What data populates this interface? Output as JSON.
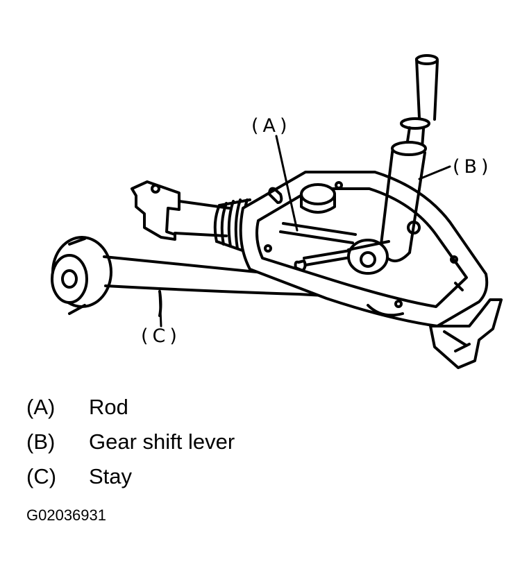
{
  "diagram": {
    "callouts": [
      {
        "id": "A",
        "text": "(A)"
      },
      {
        "id": "B",
        "text": "(B)"
      },
      {
        "id": "C",
        "text": "(C)"
      }
    ]
  },
  "legend": [
    {
      "key": "(A)",
      "desc": "Rod"
    },
    {
      "key": "(B)",
      "desc": "Gear shift lever"
    },
    {
      "key": "(C)",
      "desc": "Stay"
    }
  ],
  "figure_id": "G02036931"
}
